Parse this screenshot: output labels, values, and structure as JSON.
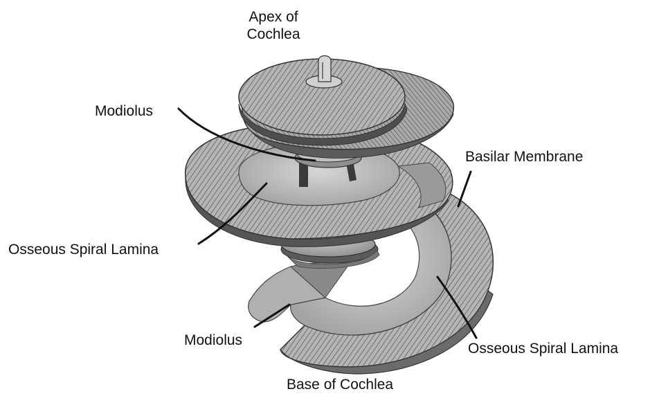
{
  "labels": {
    "apex_line1": "Apex of",
    "apex_line2": "Cochlea",
    "modiolus_top": "Modiolus",
    "basilar_membrane": "Basilar Membrane",
    "osseous_spiral_lamina_left": "Osseous Spiral Lamina",
    "modiolus_bottom": "Modiolus",
    "osseous_spiral_lamina_right": "Osseous Spiral Lamina",
    "base_of_cochlea": "Base of Cochlea"
  },
  "colors": {
    "background": "#ffffff",
    "ink": "#111111",
    "membrane_light": "#c9c9c9",
    "membrane_mid": "#9a9a9a",
    "membrane_dark": "#5a5a5a",
    "lamina_fill": "#bdbdbd"
  }
}
